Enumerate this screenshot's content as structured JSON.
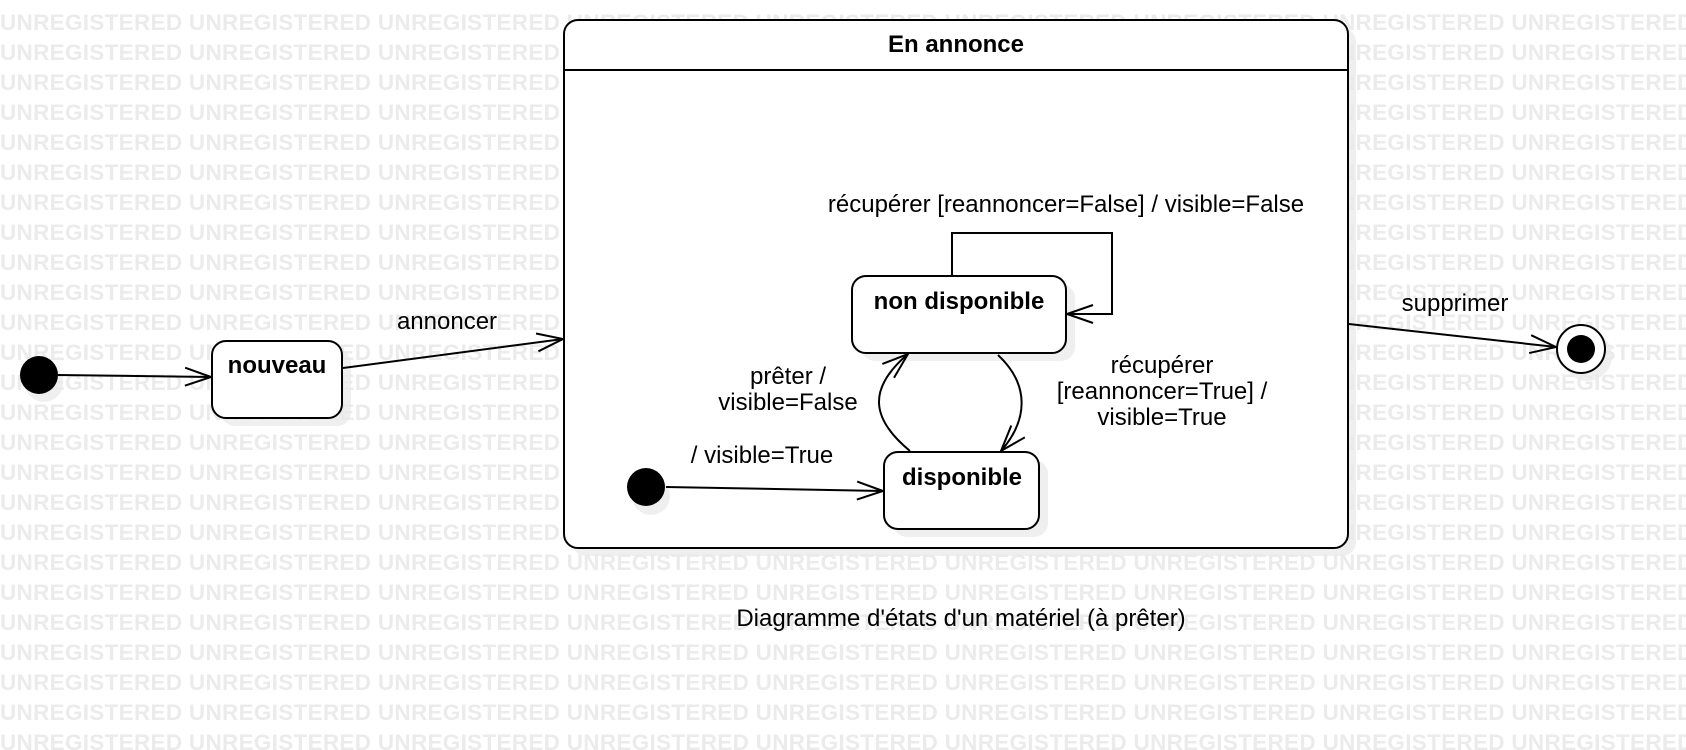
{
  "watermark": {
    "text": "UNREGISTERED"
  },
  "composite_state": {
    "name": "En annonce"
  },
  "states": {
    "nouveau": "nouveau",
    "non_disponible": "non disponible",
    "disponible": "disponible"
  },
  "transitions": {
    "annoncer": "annoncer",
    "supprimer": "supprimer",
    "self_loop": "récupérer [reannoncer=False] / visible=False",
    "preter_line1": "prêter /",
    "preter_line2": "visible=False",
    "recuperer_line1": "récupérer",
    "recuperer_line2": "[reannoncer=True] /",
    "recuperer_line3": "visible=True",
    "initial_inner": "/ visible=True"
  },
  "caption": "Diagramme d'états d'un matériel (à prêter)"
}
